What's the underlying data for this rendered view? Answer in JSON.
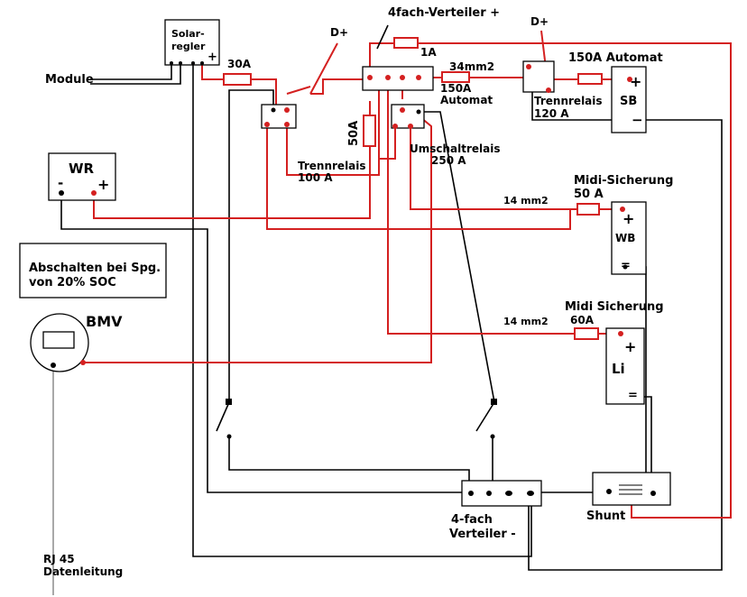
{
  "labels": {
    "solar_line1": "Solar-",
    "solar_line2": "regler",
    "solar_plus": "+",
    "module": "Module",
    "fuse_30a": "30A",
    "d_plus_1": "D+",
    "d_plus_2": "D+",
    "verteiler_plus": "4fach-Verteiler +",
    "fuse_1a": "1A",
    "cable_34": "34mm2",
    "automat_150_a": "150A",
    "automat_150_b": "Automat",
    "trennrelais_120_a": "Trennrelais",
    "trennrelais_120_b": "120 A",
    "automat_150_top": "150A Automat",
    "sb": "SB",
    "sb_plus": "+",
    "sb_minus": "−",
    "fuse_50a": "50A",
    "umschalt_a": "Umschaltrelais",
    "umschalt_b": "250 A",
    "trennrelais_100_a": "Trennrelais",
    "trennrelais_100_b": "100 A",
    "wr": "WR",
    "wr_minus": "-",
    "wr_plus": "+",
    "midi1_a": "Midi-Sicherung",
    "midi1_b": "50 A",
    "cable_14_a": "14 mm2",
    "wb": "WB",
    "wb_plus": "+",
    "wb_minus": "=",
    "note_line1": "Abschalten bei Spg.",
    "note_line2": "von 20% SOC",
    "bmv": "BMV",
    "midi2_a": "Midi Sicherung",
    "midi2_b": "60A",
    "cable_14_b": "14 mm2",
    "li": "Li",
    "li_plus": "+",
    "li_minus": "=",
    "verteiler_minus_a": "4-fach",
    "verteiler_minus_b": "Verteiler -",
    "shunt": "Shunt",
    "rj45_a": "RJ 45",
    "rj45_b": "Datenleitung"
  },
  "colors": {
    "positive_wire": "#d42020",
    "negative_wire": "#000000",
    "data_wire": "#7a7a7a"
  }
}
